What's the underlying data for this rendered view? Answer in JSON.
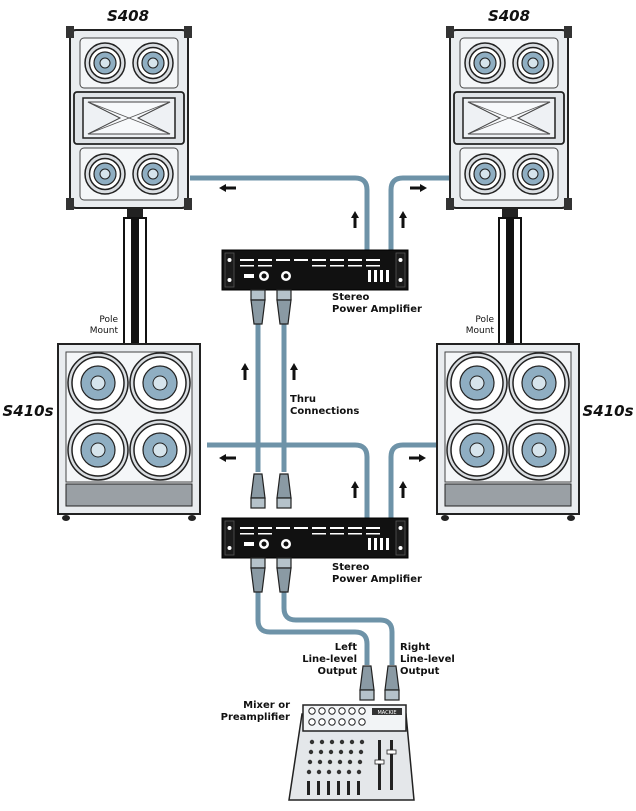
{
  "speakers": {
    "top_left_title": "S408",
    "top_right_title": "S408",
    "sub_left_title": "S410s",
    "sub_right_title": "S410s",
    "pole_mount_left": [
      "Pole",
      "Mount"
    ],
    "pole_mount_right": [
      "Pole",
      "Mount"
    ]
  },
  "amplifiers": {
    "top_label": [
      "Stereo",
      "Power Amplifier"
    ],
    "bottom_label": [
      "Stereo",
      "Power Amplifier"
    ]
  },
  "connections": {
    "thru_label": [
      "Thru",
      "Connections"
    ],
    "left_output": [
      "Left",
      "Line-level",
      "Output"
    ],
    "right_output": [
      "Right",
      "Line-level",
      "Output"
    ]
  },
  "mixer": {
    "label": [
      "Mixer or",
      "Preamplifier"
    ],
    "brand": "MACKIE"
  },
  "colors": {
    "cable": "#6e93a8",
    "cable_dark": "#4a6d80",
    "cabinet": "#e9ecef",
    "cone": "#8faec2",
    "amp": "#111111"
  }
}
